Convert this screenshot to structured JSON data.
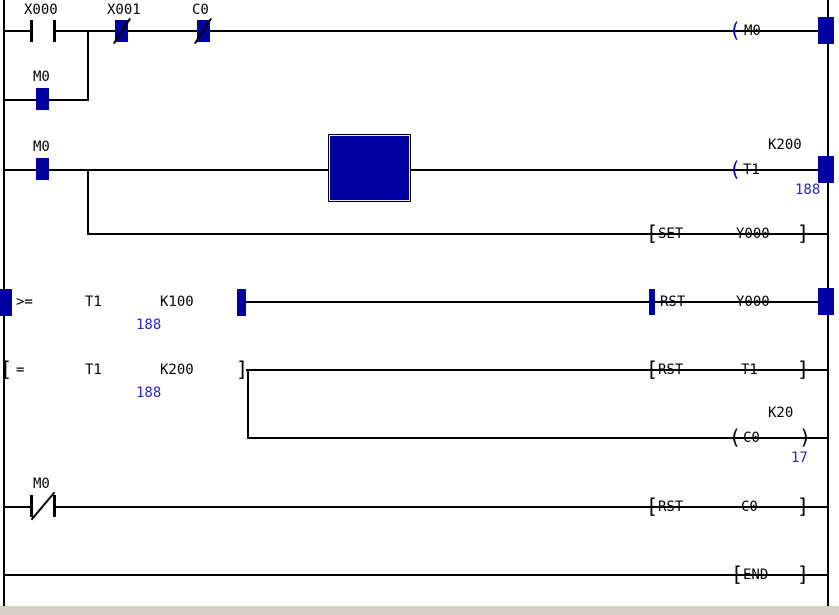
{
  "symbols": {
    "open_bracket": "[",
    "close_bracket": "]",
    "open_paren": "(",
    "close_paren": ")"
  },
  "rung1": {
    "contact_x000": "X000",
    "contact_x001": "X001",
    "contact_c0": "C0",
    "coil": "M0"
  },
  "branch_m0": {
    "contact": "M0"
  },
  "rung2": {
    "contact": "M0",
    "timer": "T1",
    "preset": "K200",
    "current_value": "188",
    "set_instr": "SET",
    "set_operand": "Y000"
  },
  "rung3": {
    "compare_op": ">=",
    "arg1": "T1",
    "arg2": "K100",
    "current_value": "188",
    "instr": "RST",
    "operand": "Y000"
  },
  "rung4": {
    "compare_op": "=",
    "arg1": "T1",
    "arg2": "K200",
    "current_value": "188",
    "instr": "RST",
    "operand": "T1"
  },
  "branch_c0": {
    "coil": "C0",
    "preset": "K20",
    "value": "17"
  },
  "rung5": {
    "contact": "M0",
    "instr": "RST",
    "operand": "C0"
  },
  "rung6": {
    "end_instr": "END"
  },
  "colors": {
    "highlight": "#0000a0",
    "monitor_value": "#2929c0",
    "wire": "#000000"
  }
}
